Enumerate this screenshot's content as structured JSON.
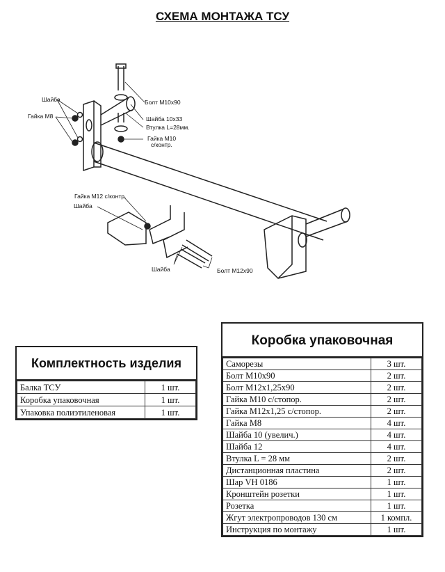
{
  "title": "СХЕМА МОНТАЖА ТСУ",
  "diagram_labels": {
    "washer_m8": "Шайба",
    "nut_m8": "Гайка М8",
    "bolt_m10": "Болт М10х90",
    "washer_10": "Шайба 10х33",
    "bushing": "Втулка L=28мм.",
    "nut_m10_1": "Гайка М10",
    "nut_m10_2": "с/контр.",
    "nut_m12": "Гайка М12 с/контр.",
    "washer_top": "Шайба",
    "washer_bottom": "Шайба",
    "bolt_m12": "Болт М12х90"
  },
  "completeness": {
    "title": "Комплектность изделия",
    "rows": [
      {
        "name": "Балка ТСУ",
        "qty": "1 шт."
      },
      {
        "name": "Коробка упаковочная",
        "qty": "1 шт."
      },
      {
        "name": "Упаковка полиэтиленовая",
        "qty": "1 шт."
      }
    ]
  },
  "box": {
    "title": "Коробка упаковочная",
    "rows": [
      {
        "name": "Саморезы",
        "qty": "3 шт."
      },
      {
        "name": "Болт М10х90",
        "qty": "2 шт."
      },
      {
        "name": "Болт М12х1,25х90",
        "qty": "2 шт."
      },
      {
        "name": "Гайка М10 с/стопор.",
        "qty": "2 шт."
      },
      {
        "name": "Гайка М12х1,25 с/стопор.",
        "qty": "2 шт."
      },
      {
        "name": "Гайка М8",
        "qty": "4 шт."
      },
      {
        "name": "Шайба 10 (увелич.)",
        "qty": "4 шт."
      },
      {
        "name": "Шайба 12",
        "qty": "4 шт."
      },
      {
        "name": "Втулка  L = 28 мм",
        "qty": "2 шт."
      },
      {
        "name": "Дистанционная пластина",
        "qty": "2 шт."
      },
      {
        "name": "Шар VH 0186",
        "qty": "1 шт."
      },
      {
        "name": "Кронштейн розетки",
        "qty": "1 шт."
      },
      {
        "name": "Розетка",
        "qty": "1 шт."
      },
      {
        "name": "Жгут электропроводов 130 см",
        "qty": "1 компл."
      },
      {
        "name": "Инструкция по монтажу",
        "qty": "1 шт."
      }
    ]
  }
}
